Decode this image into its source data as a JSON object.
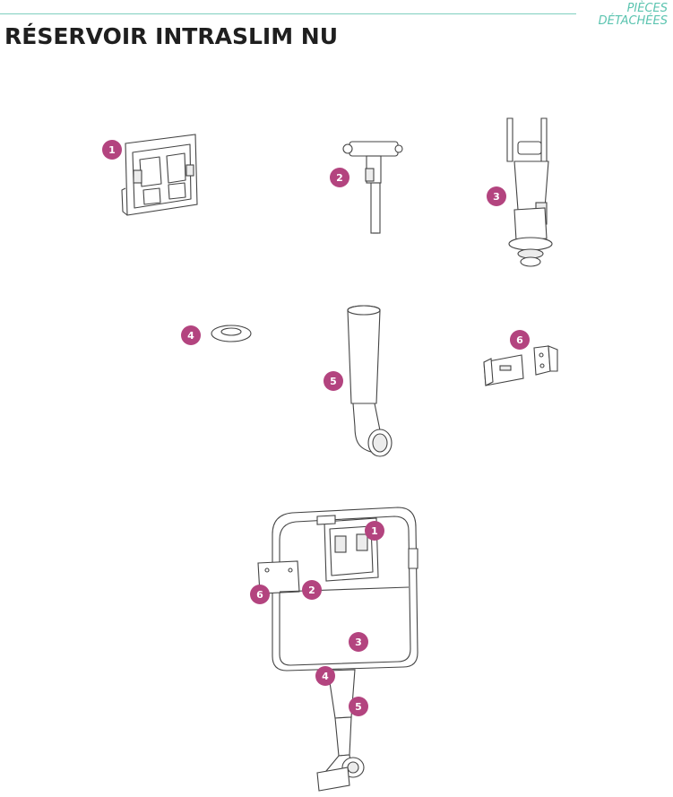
{
  "header": {
    "tag_line1": "PIÈCES",
    "tag_line2": "DÉTACHÉES",
    "title": "RÉSERVOIR INTRASLIM NU"
  },
  "colors": {
    "accent_teal": "#5cc4b0",
    "badge_magenta": "#b3447f"
  },
  "parts": [
    {
      "number": "1"
    },
    {
      "number": "2"
    },
    {
      "number": "3"
    },
    {
      "number": "4"
    },
    {
      "number": "5"
    },
    {
      "number": "6"
    }
  ],
  "assembly_labels": [
    {
      "number": "1"
    },
    {
      "number": "2"
    },
    {
      "number": "6"
    },
    {
      "number": "3"
    },
    {
      "number": "4"
    },
    {
      "number": "5"
    }
  ]
}
